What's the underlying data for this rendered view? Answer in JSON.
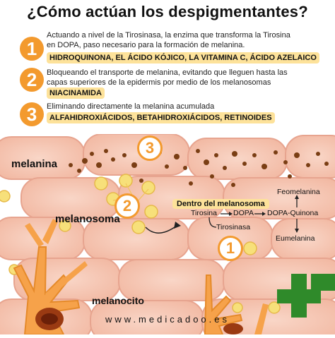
{
  "title": "¿Cómo actúan los despigmentantes?",
  "steps": [
    {
      "number": "1",
      "text_line1": "Actuando a nivel de la Tirosinasa, la enzima que transforma la Tirosina",
      "text_line2": "en DOPA, paso necesario para la formación de melanina.",
      "ingredients": "HIDROQUINONA, EL ÁCIDO KÓJICO, LA VITAMINA C, ÁCIDO AZELAICO"
    },
    {
      "number": "2",
      "text_line1": "Bloqueando el transporte de melanina, evitando que lleguen hasta las",
      "text_line2": "capas superiores de la epidermis por medio de los melanosomas",
      "ingredients": "NIACINAMIDA"
    },
    {
      "number": "3",
      "text_line1": "Eliminando directamente la melanina acumulada",
      "text_line2": "",
      "ingredients": "ALFAHIDROXIÁCIDOS, BETAHIDROXIÁCIDOS, RETINOIDES"
    }
  ],
  "diagram": {
    "labels": {
      "melanina": "melanina",
      "melanosoma": "melanosoma",
      "melanocito": "melanocito",
      "inside": "Dentro del melanosoma",
      "tirosina": "Tirosina",
      "dopa": "DOPA",
      "dopa_quinona": "DOPA-Quinona",
      "tirosinasa": "Tirosinasa",
      "feomelanina": "Feomelanina",
      "eumelanina": "Eumelanina"
    },
    "badges": [
      "3",
      "2",
      "1"
    ]
  },
  "website": "www.medicadoo.es",
  "colors": {
    "accent": "#f39a2e",
    "highlight": "#fde29a",
    "skin": "#f6c7b6",
    "skin_border": "#e7a48f",
    "melanocyte": "#f6a24a",
    "melanin": "#7a3e14",
    "pharmacy_green": "#2f8a2a"
  }
}
